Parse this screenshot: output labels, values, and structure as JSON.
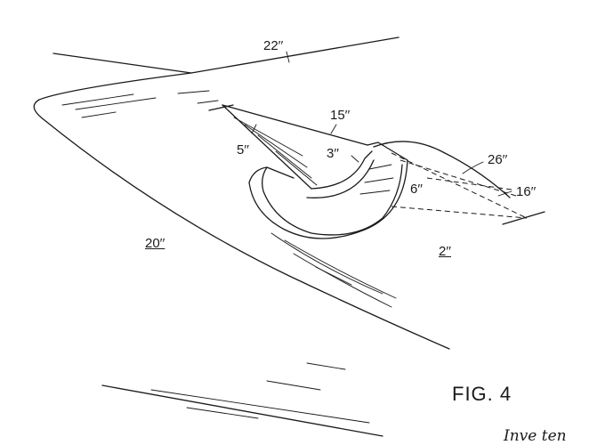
{
  "figure": {
    "caption": "FIG. 4",
    "labels": {
      "l22": "22′′",
      "l15": "15′′",
      "l5": "5′′",
      "l3": "3′′",
      "l26": "26′′",
      "l16": "16′′",
      "l6": "6′′",
      "l20": "20′′",
      "l2": "2′′"
    },
    "corner_text": "Inve ten"
  }
}
